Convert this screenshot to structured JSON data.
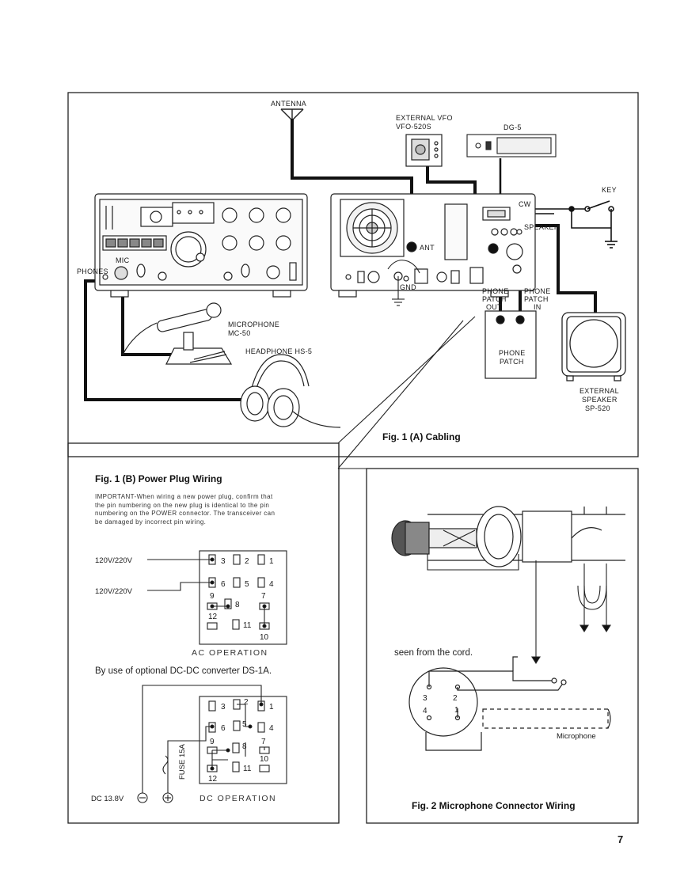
{
  "fig1a": {
    "caption": "Fig. 1 (A) Cabling",
    "labels": {
      "antenna": "ANTENNA",
      "ext_vfo_1": "EXTERNAL VFO",
      "ext_vfo_2": "VFO-520S",
      "dg5": "DG-5",
      "key": "KEY",
      "cw": "CW",
      "speaker": "SPEAKER",
      "mic": "MIC",
      "phones": "PHONES",
      "ant": "ANT",
      "gnd": "GND",
      "microphone_1": "MICROPHONE",
      "microphone_2": "MC-50",
      "headphone": "HEADPHONE HS-5",
      "pp_out_1": "PHONE",
      "pp_out_2": "PATCH",
      "pp_out_3": "OUT",
      "pp_in_1": "PHONE",
      "pp_in_2": "PATCH",
      "pp_in_3": "IN",
      "phone_patch_1": "PHONE",
      "phone_patch_2": "PATCH",
      "ext_spk_1": "EXTERNAL",
      "ext_spk_2": "SPEAKER",
      "ext_spk_3": "SP-520"
    }
  },
  "fig1b": {
    "caption": "Fig. 1 (B) Power Plug Wiring",
    "important_note": "IMPORTANT-When wiring a new power plug, confirm that the pin numbering on the new plug is identical to the pin numbering on the POWER connector. The transceiver can be damaged by incorrect pin wiring.",
    "voltage_1": "120V/220V",
    "voltage_2": "120V/220V",
    "ac_operation": "AC OPERATION",
    "dc_option_text": "By use of optional DC-DC converter DS-1A.",
    "dc_label": "DC 13.8V",
    "fuse": "FUSE 15A",
    "dc_operation": "DC OPERATION",
    "pins": [
      "1",
      "2",
      "3",
      "4",
      "5",
      "6",
      "7",
      "8",
      "9",
      "10",
      "11",
      "12"
    ]
  },
  "fig2": {
    "caption": "Fig. 2 Microphone Connector Wiring",
    "seen_from": "seen from the cord.",
    "microphone": "Microphone",
    "pins": [
      "1",
      "2",
      "3",
      "4"
    ]
  },
  "page_number": "7"
}
